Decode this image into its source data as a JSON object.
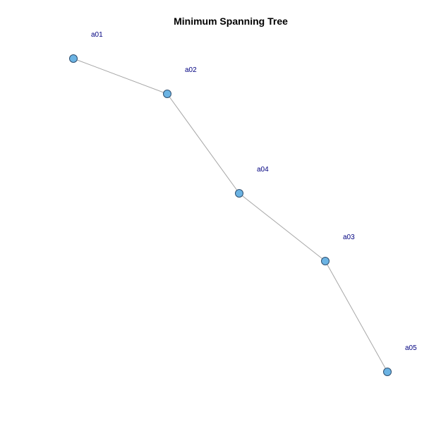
{
  "title": "Minimum Spanning Tree",
  "colors": {
    "background": "#ffffff",
    "title": "#000000",
    "edge": "#a6a6a6",
    "node_fill": "#6bb3e3",
    "node_stroke": "#2f4f6f",
    "label": "#000080"
  },
  "nodes": [
    {
      "id": "a01",
      "label": "a01"
    },
    {
      "id": "a02",
      "label": "a02"
    },
    {
      "id": "a04",
      "label": "a04"
    },
    {
      "id": "a03",
      "label": "a03"
    },
    {
      "id": "a05",
      "label": "a05"
    }
  ],
  "edges": [
    {
      "from": "a01",
      "to": "a02"
    },
    {
      "from": "a02",
      "to": "a04"
    },
    {
      "from": "a04",
      "to": "a03"
    },
    {
      "from": "a03",
      "to": "a05"
    }
  ]
}
